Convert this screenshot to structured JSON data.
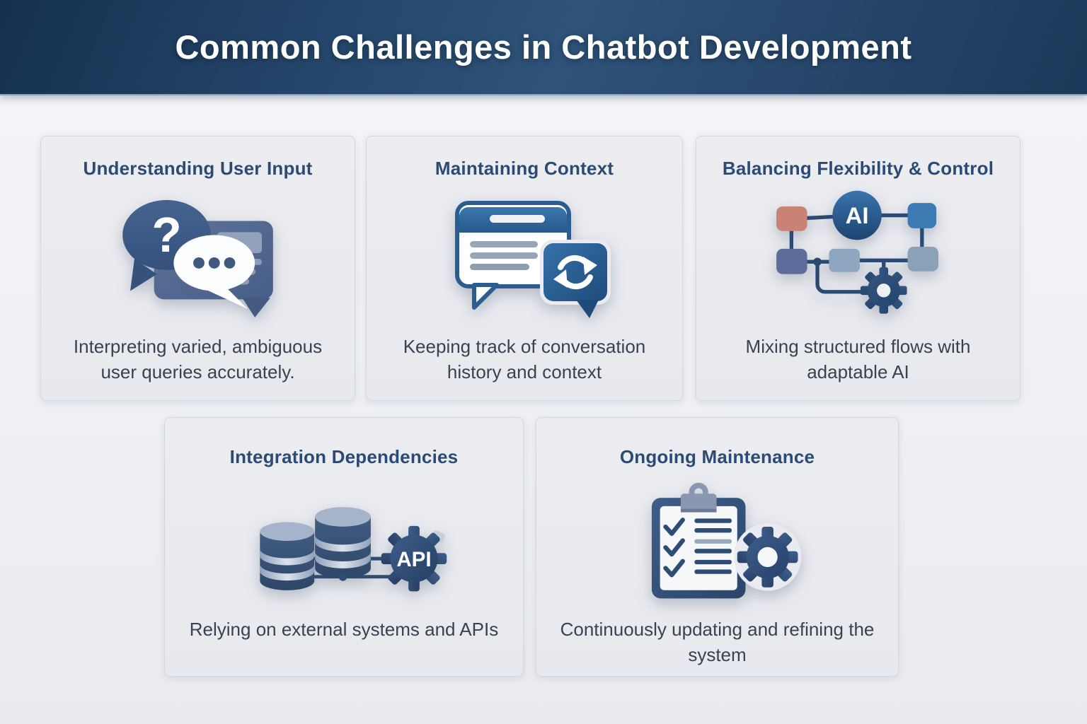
{
  "header": {
    "title": "Common Challenges in Chatbot Development"
  },
  "cards": [
    {
      "title": "Understanding User Input",
      "description": "Interpreting varied, ambiguous user queries accurately.",
      "icon": "question-chat-bubbles-icon",
      "icon_label": "?"
    },
    {
      "title": "Maintaining Context",
      "description": "Keeping track of conversation history and context",
      "icon": "conversation-refresh-icon"
    },
    {
      "title": "Balancing Flexibility & Control",
      "description": "Mixing structured flows with adaptable AI",
      "icon": "ai-flowchart-gear-icon",
      "icon_label": "AI"
    },
    {
      "title": "Integration Dependencies",
      "description": "Relying on external systems and APIs",
      "icon": "database-api-gear-icon",
      "icon_label": "API"
    },
    {
      "title": "Ongoing Maintenance",
      "description": "Continuously updating and refining the system",
      "icon": "clipboard-checklist-gear-icon"
    }
  ],
  "colors": {
    "header_navy": "#24466b",
    "page_background": "#eef0f4",
    "card_background": "#e9ebef",
    "title_navy": "#2c4b74",
    "body_text": "#3a4150",
    "icon_blue": "#2d6196",
    "icon_slate": "#54688d",
    "accent_salmon": "#c98274",
    "accent_light_blue": "#8fa6c0",
    "white": "#ffffff"
  }
}
